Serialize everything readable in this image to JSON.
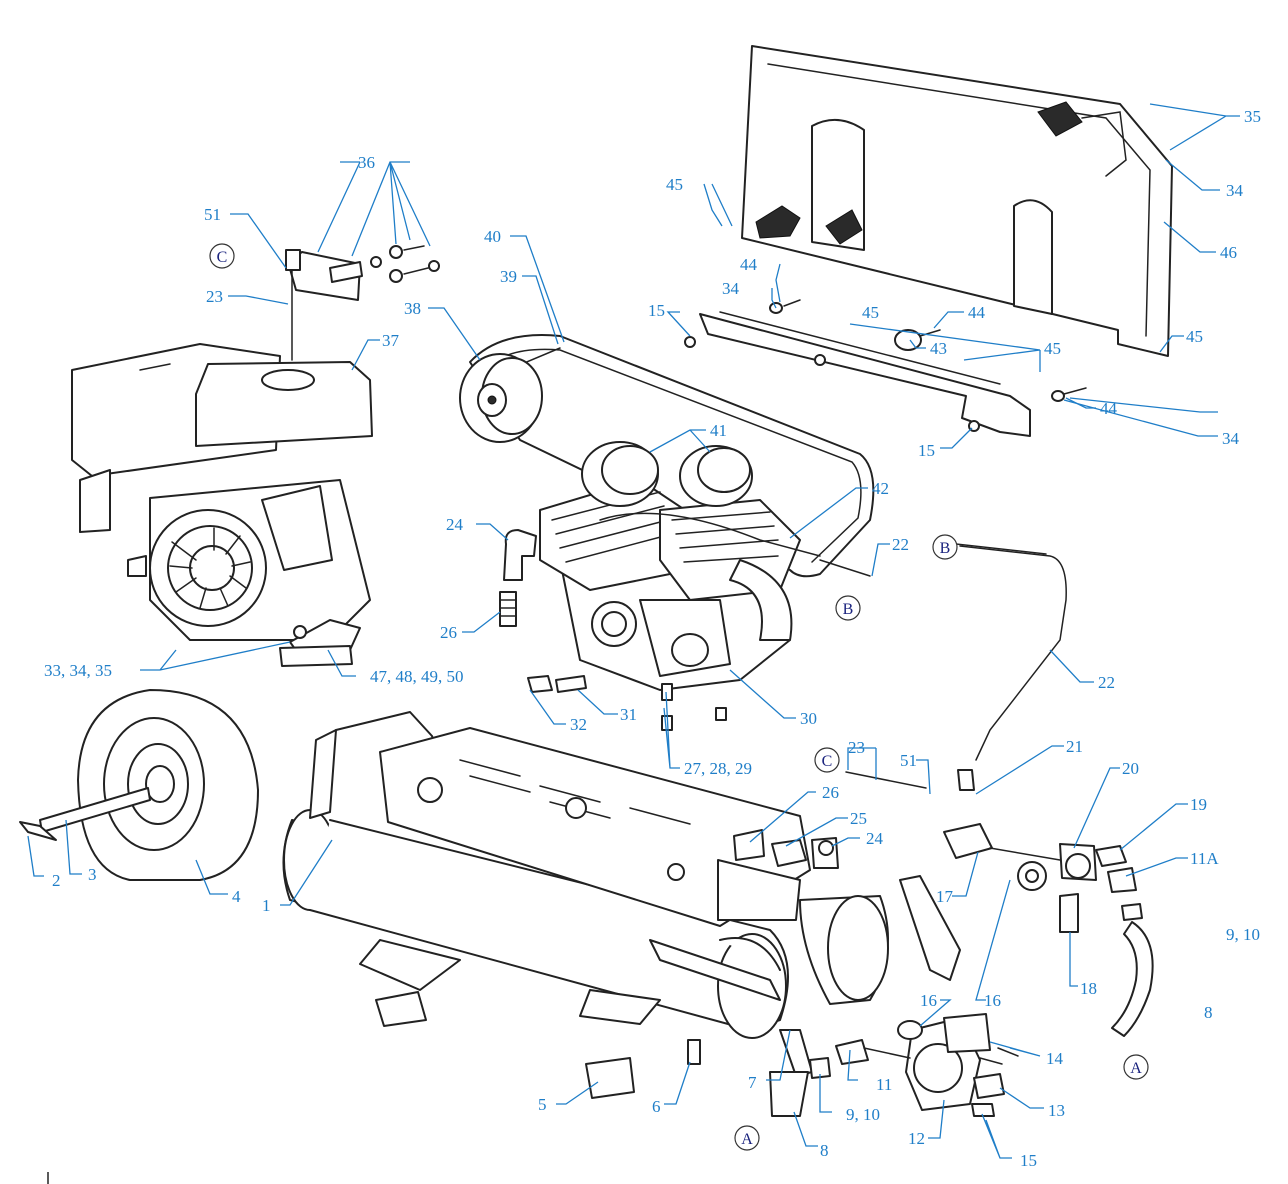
{
  "labels": {
    "l1": "1",
    "l2": "2",
    "l3": "3",
    "l4": "4",
    "l5": "5",
    "l6": "6",
    "l7": "7",
    "l8a": "8",
    "l8b": "8",
    "l9_10a": "9, 10",
    "l9_10b": "9, 10",
    "l11": "11",
    "l11A": "11A",
    "l12": "12",
    "l13": "13",
    "l14": "14",
    "l15a": "15",
    "l15b": "15",
    "l15c": "15",
    "l16a": "16",
    "l16b": "16",
    "l17": "17",
    "l18": "18",
    "l19": "19",
    "l20": "20",
    "l21": "21",
    "l22a": "22",
    "l22b": "22",
    "l23a": "23",
    "l23b": "23",
    "l24a": "24",
    "l24b": "24",
    "l25": "25",
    "l26a": "26",
    "l26b": "26",
    "l27_29": "27, 28, 29",
    "l30": "30",
    "l31": "31",
    "l32": "32",
    "l33_35": "33, 34, 35",
    "l34a": "34",
    "l34b": "34",
    "l34c": "34",
    "l35": "35",
    "l36": "36",
    "l37": "37",
    "l38": "38",
    "l39": "39",
    "l40": "40",
    "l41": "41",
    "l42": "42",
    "l43": "43",
    "l44a": "44",
    "l44b": "44",
    "l44c": "44",
    "l45a": "45",
    "l45b": "45",
    "l45c": "45",
    "l45d": "45",
    "l46": "46",
    "l47_50": "47, 48, 49, 50",
    "l51a": "51",
    "l51b": "51"
  },
  "connectors": {
    "A1": "A",
    "A2": "A",
    "B1": "B",
    "B2": "B",
    "C1": "C",
    "C2": "C"
  }
}
